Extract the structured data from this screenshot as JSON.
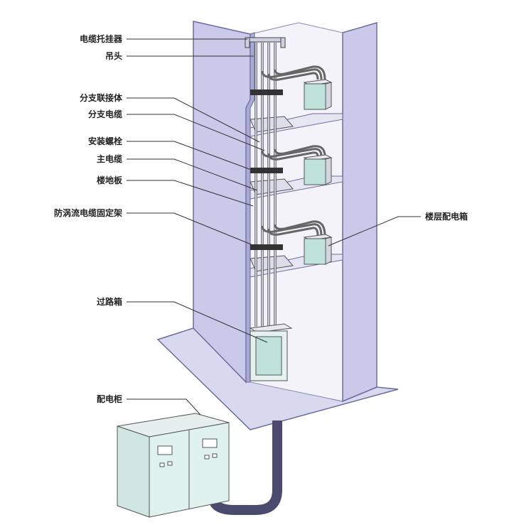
{
  "labels": {
    "cable_hanger": "电缆托挂器",
    "hanging_head": "吊头",
    "branch_connector": "分支联接体",
    "branch_cable": "分支电缆",
    "mounting_bolt": "安装螺栓",
    "main_cable": "主电缆",
    "floor_slab": "楼地板",
    "anti_eddy_bracket": "防涡流电缆固定架",
    "pass_box": "过路箱",
    "switchgear": "配电柜",
    "floor_distribution_box": "楼层配电箱"
  },
  "colors": {
    "wall": "#c9c9ea",
    "wall_edge": "#7b7bb0",
    "back_wall": "#f1f1f8",
    "box_face": "#bfe3da",
    "cable_dark": "#4a4a6e"
  }
}
